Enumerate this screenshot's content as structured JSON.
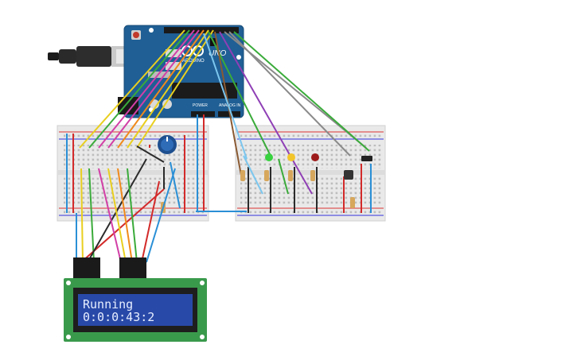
{
  "canvas": {
    "background": "#ffffff"
  },
  "arduino": {
    "board": "UNO",
    "brand": "ARDUINO",
    "power_label": "POWER",
    "analog_label": "ANALOG IN",
    "color": "#1f5f95"
  },
  "lcd": {
    "line1": "Running",
    "line2": "0:0:0:43:2",
    "pcb_color": "#3a9a4c",
    "screen_color": "#2949a8"
  },
  "components": {
    "leds": [
      {
        "name": "led-green",
        "color": "#38d13f"
      },
      {
        "name": "led-yellow",
        "color": "#f2c52a"
      },
      {
        "name": "led-red",
        "color": "#9e1b1b"
      }
    ],
    "potentiometer": {
      "knob_color": "#1e4f8f"
    },
    "pushbutton": {
      "color": "#333333"
    },
    "slide_switch": {
      "color": "#222222"
    }
  },
  "wire_colors": {
    "red": "#d32a2a",
    "black": "#2b2b2b",
    "blue": "#2a8fd6",
    "green": "#3aab3a",
    "yellow": "#e9cf1f",
    "orange": "#f08a1c",
    "purple": "#8f3fb5",
    "magenta": "#d23fa6",
    "gray": "#8a8a8a",
    "brown": "#8a5a32",
    "lightblue": "#7cc6ee"
  }
}
